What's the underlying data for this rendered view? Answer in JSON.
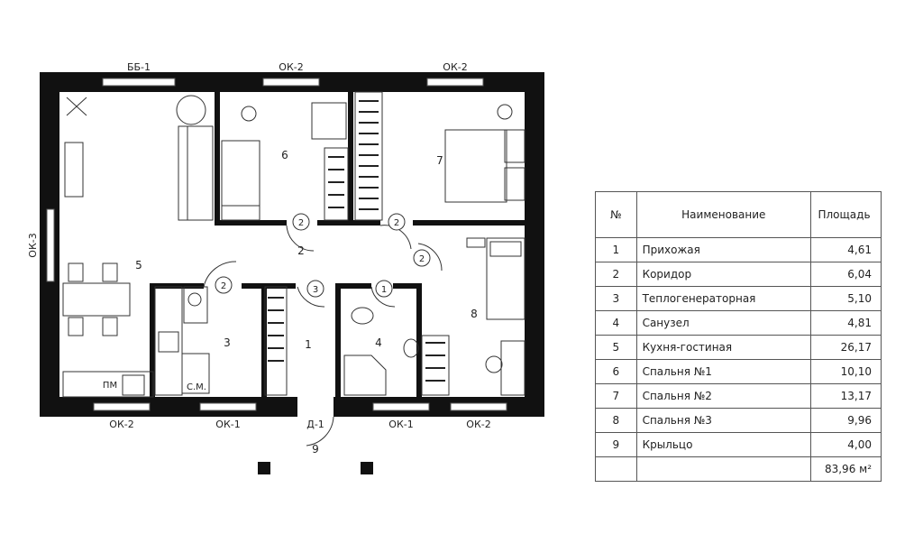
{
  "plan": {
    "windows": {
      "bb1": "ББ-1",
      "ok2_top_mid": "ОК-2",
      "ok2_top_right": "ОК-2",
      "ok3_left": "ОК-3",
      "ok2_bottom_left": "ОК-2",
      "ok1_bottom_mid1": "ОК-1",
      "ok1_bottom_mid2": "ОК-1",
      "ok2_bottom_right": "ОК-2"
    },
    "entrance_door": "Д-1",
    "rooms": {
      "r1": "1",
      "r2": "2",
      "r3": "3",
      "r4": "4",
      "r5": "5",
      "r6": "6",
      "r7": "7",
      "r8": "8",
      "r9": "9"
    },
    "door_marks": {
      "d_room6": "2",
      "d_room7": "2",
      "d_room8": "2",
      "d_room5": "2",
      "d_room3": "3",
      "d_room4": "1"
    },
    "appliance_labels": {
      "pm": "ПМ",
      "sm": "С.М."
    }
  },
  "table": {
    "headers": {
      "num": "№",
      "name": "Наименование",
      "area": "Площадь"
    },
    "rows": [
      {
        "num": "1",
        "name": "Прихожая",
        "area": "4,61"
      },
      {
        "num": "2",
        "name": "Коридор",
        "area": "6,04"
      },
      {
        "num": "3",
        "name": "Теплогенераторная",
        "area": "5,10"
      },
      {
        "num": "4",
        "name": "Санузел",
        "area": "4,81"
      },
      {
        "num": "5",
        "name": "Кухня-гостиная",
        "area": "26,17"
      },
      {
        "num": "6",
        "name": "Спальня №1",
        "area": "10,10"
      },
      {
        "num": "7",
        "name": "Спальня №2",
        "area": "13,17"
      },
      {
        "num": "8",
        "name": "Спальня №3",
        "area": "9,96"
      },
      {
        "num": "9",
        "name": "Крыльцо",
        "area": "4,00"
      }
    ],
    "total": "83,96 м²"
  }
}
